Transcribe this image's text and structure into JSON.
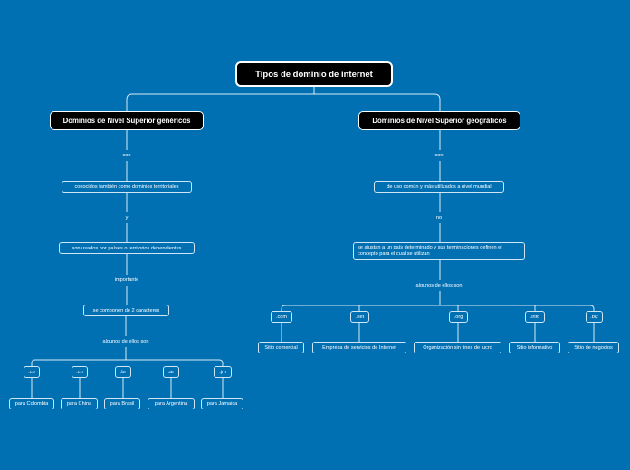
{
  "root": {
    "label": "Tipos de dominio de internet"
  },
  "generic": {
    "title": "Dominios de Nivel Superior genéricos",
    "son": "son",
    "known_as": "conocidos también como dominios territoriales",
    "y": "y",
    "used_by": "son usados por países o territorios dependientes",
    "importante": "importante",
    "two_chars": "se componen de 2 caracteres",
    "examples_label": "algunos de ellos son",
    "examples": [
      {
        "tld": ".co",
        "desc": "para Colombia"
      },
      {
        "tld": ".cn",
        "desc": "para China"
      },
      {
        "tld": ".br",
        "desc": "para Brasil"
      },
      {
        "tld": ".ar",
        "desc": "para Argentina"
      },
      {
        "tld": ".jm",
        "desc": "para Jamaica"
      }
    ]
  },
  "geographic": {
    "title": "Dominios de Nivel Superior geográficos",
    "son": "son",
    "common_use": "de uso común y más utilizados a nivel mundial",
    "no": "no",
    "adjust": "se ajustan a un país determinado y sus terminaciones definen el concepto para el cual se utilizan",
    "examples_label": "algunos de ellos son",
    "examples": [
      {
        "tld": ".com",
        "desc": "Sitio comercial"
      },
      {
        "tld": ".net",
        "desc": "Empresa de servicios de Internet"
      },
      {
        "tld": ".org",
        "desc": "Organización sin fines de lucro"
      },
      {
        "tld": ".info",
        "desc": "Sitio informativo"
      },
      {
        "tld": ".biz",
        "desc": "Sitio de negocios"
      }
    ]
  },
  "colors": {
    "background": "#0070b3",
    "node_border": "#cfe6f5",
    "title_bg": "#000000"
  }
}
